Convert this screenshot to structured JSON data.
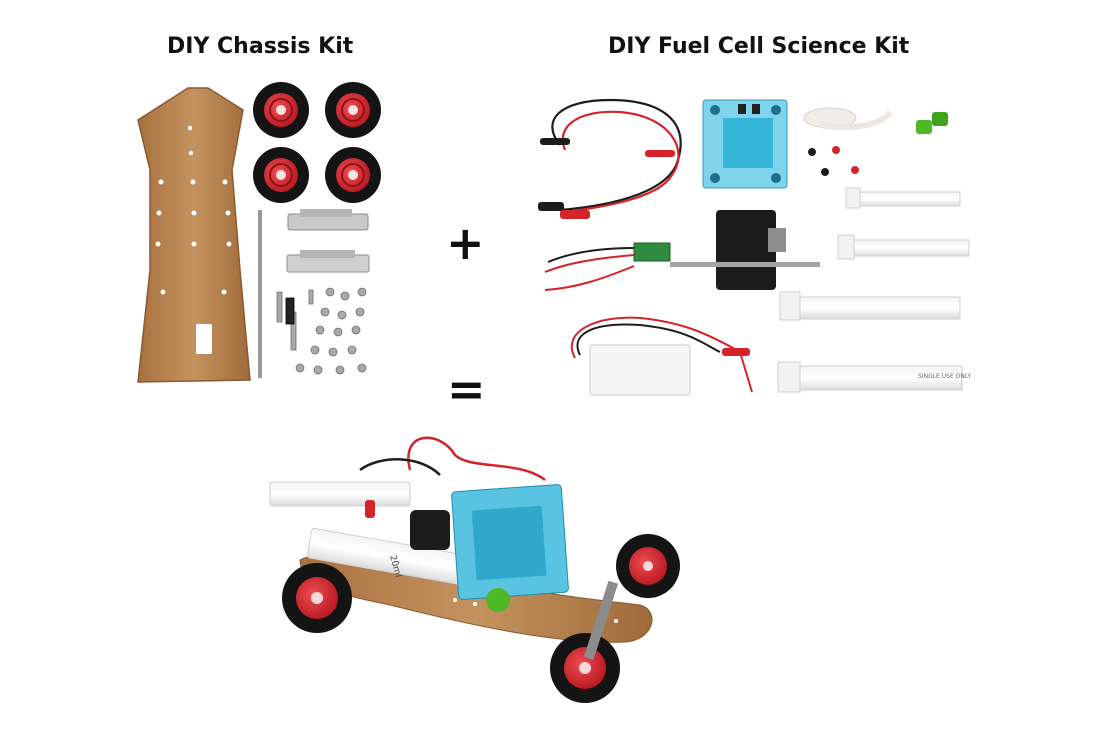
{
  "headings": {
    "chassis_kit": "DIY Chassis Kit",
    "fuel_cell_kit": "DIY Fuel Cell Science Kit"
  },
  "operators": {
    "plus": "+",
    "equals": "="
  },
  "syringe_print": {
    "label": "SINGLE USE ONLY",
    "volume": "20ml"
  },
  "colors": {
    "wood": "#b98454",
    "wheel_rim": "#d8222c",
    "tire": "#141414",
    "fuel_cell": "#35b6d8",
    "wire_red": "#d3242a",
    "wire_black": "#1c1c1c",
    "green_cap": "#4fb825"
  }
}
